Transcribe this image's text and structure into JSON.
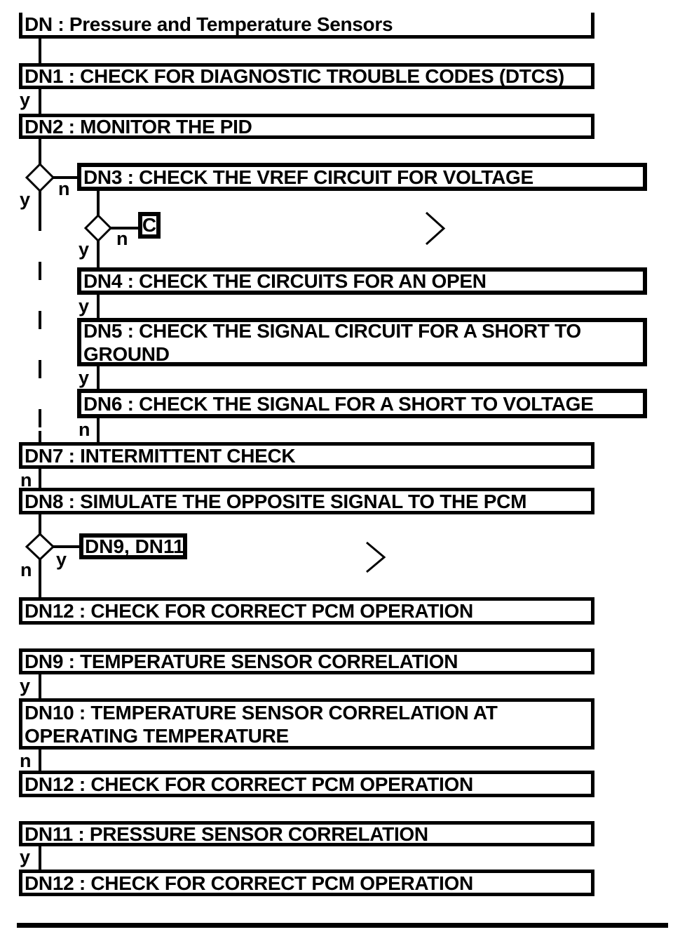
{
  "colors": {
    "ink": "#000000",
    "paper": "#ffffff"
  },
  "flowchart": {
    "title": {
      "id": "DN",
      "lines": [
        "DN : Pressure and Temperature Sensors"
      ]
    },
    "branch_labels": {
      "yes": "y",
      "no": "n"
    },
    "connector_refs": {
      "offpage_c": "C",
      "goto_dn9_dn11": "DN9, DN11"
    },
    "nodes": [
      {
        "id": "DN1",
        "lines": [
          "DN1 : CHECK FOR DIAGNOSTIC TROUBLE CODES (DTCS)"
        ]
      },
      {
        "id": "DN2",
        "lines": [
          "DN2 : MONITOR THE PID"
        ]
      },
      {
        "id": "DN3",
        "lines": [
          "DN3 : CHECK THE VREF CIRCUIT FOR VOLTAGE"
        ]
      },
      {
        "id": "DN4",
        "lines": [
          "DN4 : CHECK THE CIRCUITS FOR AN OPEN"
        ]
      },
      {
        "id": "DN5",
        "lines": [
          "DN5 : CHECK THE SIGNAL CIRCUIT FOR A SHORT TO",
          "GROUND"
        ]
      },
      {
        "id": "DN6",
        "lines": [
          "DN6 : CHECK THE SIGNAL FOR A SHORT TO VOLTAGE"
        ]
      },
      {
        "id": "DN7",
        "lines": [
          "DN7 : INTERMITTENT CHECK"
        ]
      },
      {
        "id": "DN8",
        "lines": [
          "DN8 : SIMULATE THE OPPOSITE SIGNAL TO THE PCM"
        ]
      },
      {
        "id": "DN12",
        "lines": [
          "DN12 : CHECK FOR CORRECT PCM OPERATION"
        ]
      },
      {
        "id": "DN9",
        "lines": [
          "DN9 : TEMPERATURE SENSOR CORRELATION"
        ]
      },
      {
        "id": "DN10",
        "lines": [
          "DN10 : TEMPERATURE SENSOR CORRELATION AT",
          "OPERATING TEMPERATURE"
        ]
      },
      {
        "id": "DN12",
        "lines": [
          "DN12 : CHECK FOR CORRECT PCM OPERATION"
        ]
      },
      {
        "id": "DN11",
        "lines": [
          "DN11 : PRESSURE SENSOR CORRELATION"
        ]
      },
      {
        "id": "DN12",
        "lines": [
          "DN12 : CHECK FOR CORRECT PCM OPERATION"
        ]
      }
    ]
  }
}
